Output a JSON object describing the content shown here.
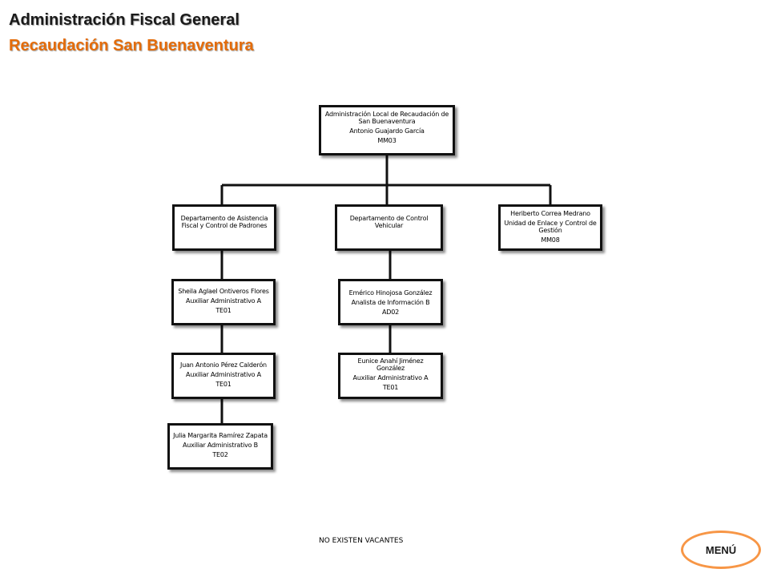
{
  "header": {
    "title": "Administración Fiscal General",
    "subtitle": "Recaudación San Buenaventura"
  },
  "org_chart": {
    "root": {
      "name": "Administración  Local de Recaudación de San Buenaventura",
      "person": "Antonio  Guajardo García",
      "code": "MM03"
    },
    "dept_asistencia": {
      "name": "Departamento de Asistencia Fiscal y Control de Padrones"
    },
    "dept_vehicular": {
      "name": "Departamento de Control Vehicular"
    },
    "enlace": {
      "person": "Heriberto Correa Medrano",
      "role": "Unidad de Enlace y Control de Gestión",
      "code": "MM08"
    },
    "staff_asistencia": [
      {
        "person": "Sheila Aglael Ontiveros Flores",
        "role": "Auxiliar  Administrativo  A",
        "code": "TE01"
      },
      {
        "person": "Juan Antonio Pérez Calderón",
        "role": "Auxiliar  Administrativo  A",
        "code": "TE01"
      },
      {
        "person": "Julia Margarita  Ramírez Zapata",
        "role": "Auxiliar  Administrativo  B",
        "code": "TE02"
      }
    ],
    "staff_vehicular": [
      {
        "person": "Emérico Hinojosa González",
        "role": "Analista  de Información B",
        "code": "AD02"
      },
      {
        "person": "Eunice Anahí Jiménez González",
        "role": "Auxiliar  Administrativo  A",
        "code": "TE01"
      }
    ]
  },
  "footer": {
    "note": "NO EXISTEN  VACANTES",
    "menu_label": "MENÚ"
  },
  "colors": {
    "title": "#1a1a1a",
    "subtitle": "#e46c0a",
    "menu_border": "#f79646",
    "box_border": "#111111",
    "connector": "#111111"
  }
}
